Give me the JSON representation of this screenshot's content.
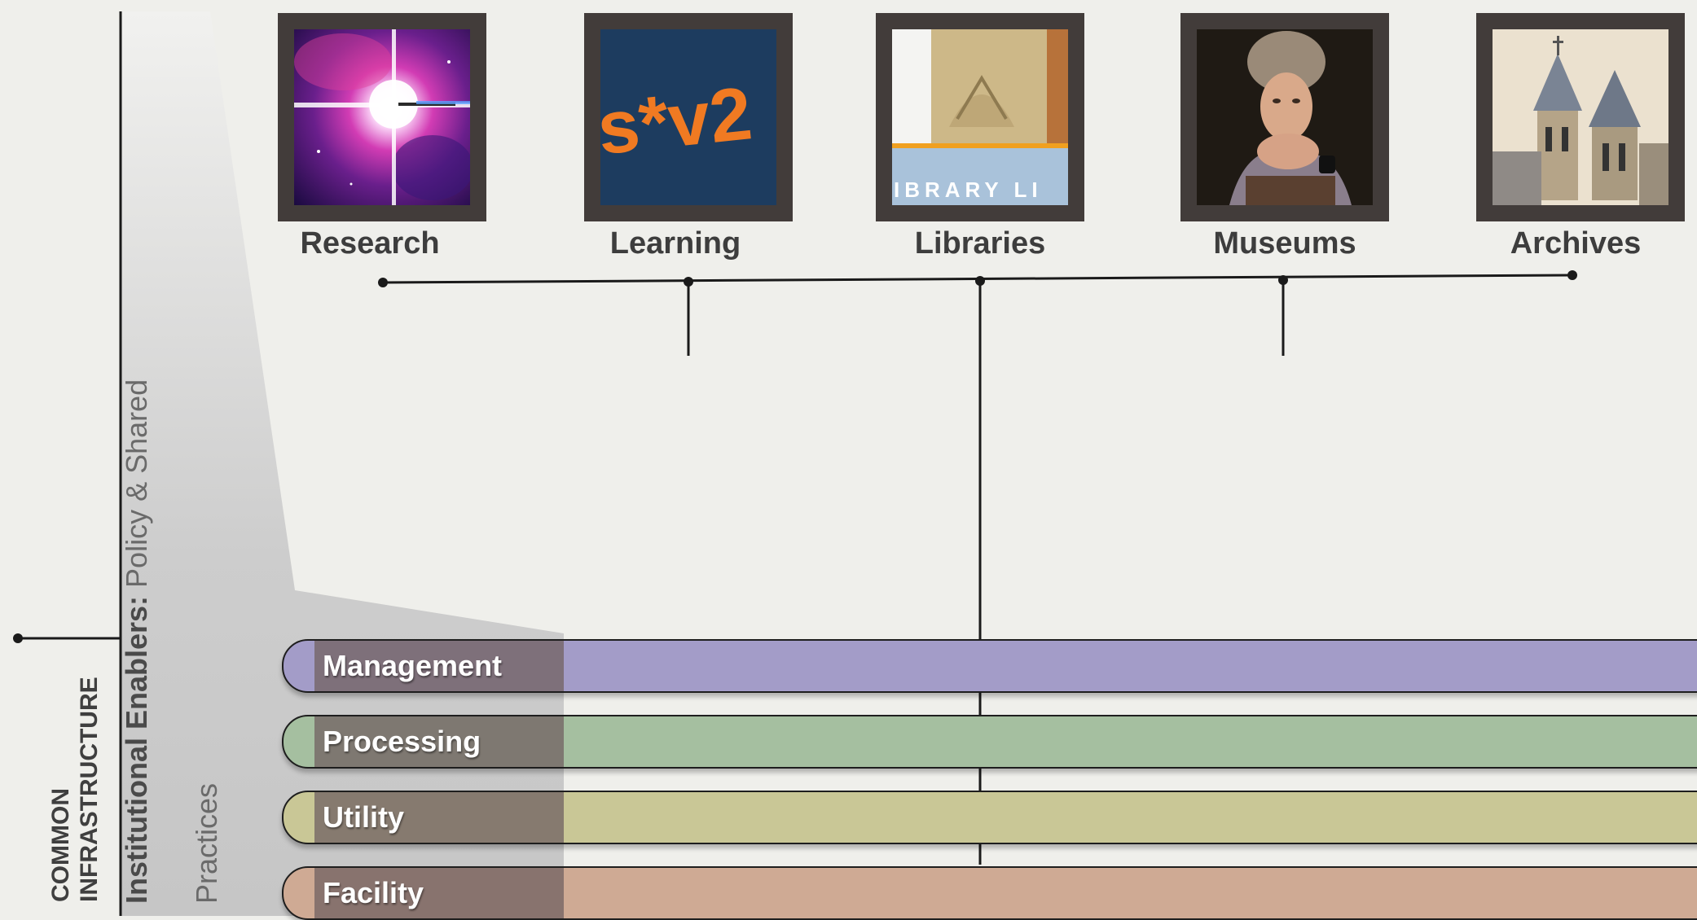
{
  "categories": [
    {
      "label": "Research",
      "image": "nebula-star-image"
    },
    {
      "label": "Learning",
      "image": "s-star-v2-logo-image",
      "image_text": "s*v2"
    },
    {
      "label": "Libraries",
      "image": "library-building-image",
      "image_text": "IBRARY   LI"
    },
    {
      "label": "Museums",
      "image": "portrait-painting-image"
    },
    {
      "label": "Archives",
      "image": "gothic-church-towers-image"
    }
  ],
  "layers": [
    {
      "label": "Management",
      "color": "#a39cc8"
    },
    {
      "label": "Processing",
      "color": "#a5bfa0"
    },
    {
      "label": "Utility",
      "color": "#c9c796"
    },
    {
      "label": "Facility",
      "color": "#cfaa94"
    }
  ],
  "side_labels": {
    "infrastructure_line1": "COMMON",
    "infrastructure_line2": "INFRASTRUCTURE",
    "enablers_bold": "Institutional Enablers:",
    "enablers_rest": " Policy & Shared",
    "enablers_line2": "Practices"
  }
}
